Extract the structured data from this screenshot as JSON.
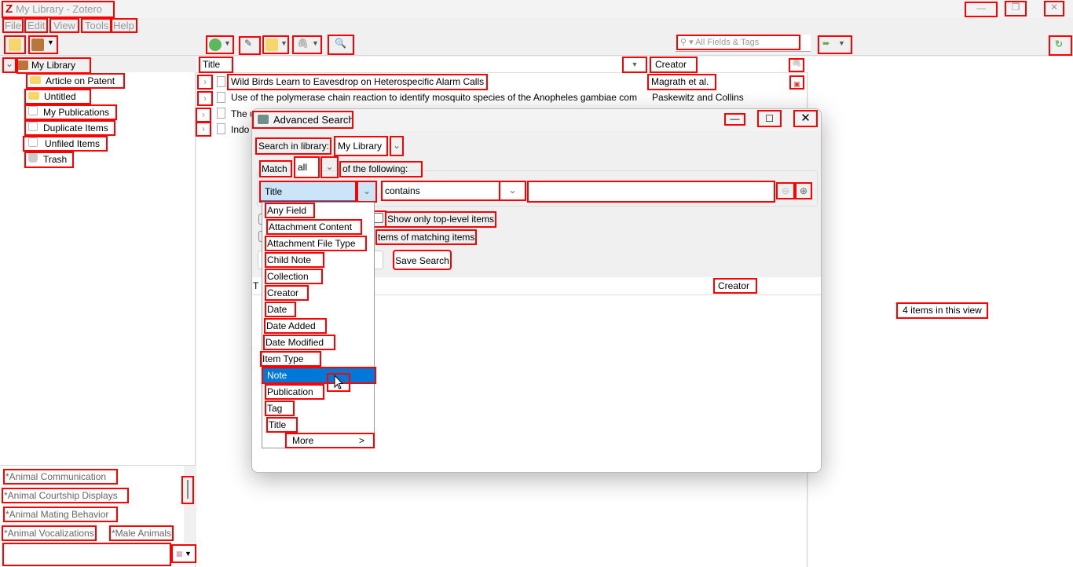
{
  "window": {
    "title": "My Library - Zotero",
    "minimize": "—",
    "restore": "❐",
    "close": "✕"
  },
  "menu": [
    "File",
    "Edit",
    "View",
    "Tools",
    "Help"
  ],
  "toolbar": {
    "search_placeholder": "All Fields & Tags"
  },
  "collections": [
    {
      "label": "My Library",
      "icon": "library-icon"
    },
    {
      "label": "Article on Patent",
      "icon": "folder-icon"
    },
    {
      "label": "Untitled",
      "icon": "folder-icon"
    },
    {
      "label": "My Publications",
      "icon": "publications-icon"
    },
    {
      "label": "Duplicate Items",
      "icon": "duplicate-icon"
    },
    {
      "label": "Unfiled Items",
      "icon": "unfiled-icon"
    },
    {
      "label": "Trash",
      "icon": "trash-icon"
    }
  ],
  "tags": [
    "*Animal Communication",
    "*Animal Courtship Displays",
    "*Animal Mating Behavior",
    "*Animal Vocalizations",
    "*Male Animals"
  ],
  "items": {
    "columns": {
      "title": "Title",
      "creator": "Creator"
    },
    "rows": [
      {
        "title": "Wild Birds Learn to Eavesdrop on Heterospecific Alarm Calls",
        "creator": "Magrath et al."
      },
      {
        "title": "Use of the polymerase chain reaction to identify mosquito species of the Anopheles gambiae com",
        "creator": "Paskewitz and Collins"
      },
      {
        "title": "The u",
        "creator": ""
      },
      {
        "title": "Indo",
        "creator": ""
      }
    ]
  },
  "right_pane": {
    "status": "4 items in this view"
  },
  "dialog": {
    "title": "Advanced Search",
    "search_in_library_label": "Search in library:",
    "library_value": "My Library",
    "match_label": "Match",
    "match_value": "all",
    "of_following": "of the following:",
    "field_value": "Title",
    "operator_value": "contains",
    "condition_text": "",
    "show_top_level": "Show only top-level items",
    "include_parent": "tems of matching items",
    "save_search": "Save Search",
    "results_title_col": "T",
    "results_creator_col": "Creator",
    "field_options": [
      "Any Field",
      "Attachment Content",
      "Attachment File Type",
      "Child Note",
      "Collection",
      "Creator",
      "Date",
      "Date Added",
      "Date Modified",
      "Item Type",
      "Note",
      "Publication",
      "Tag",
      "Title"
    ],
    "highlighted_option": "Note",
    "more_label": "More",
    "more_arrow": ">"
  },
  "colors": {
    "highlight": "#0078d7",
    "field_bg": "#cce4f7",
    "annotation": "#ff0000"
  }
}
